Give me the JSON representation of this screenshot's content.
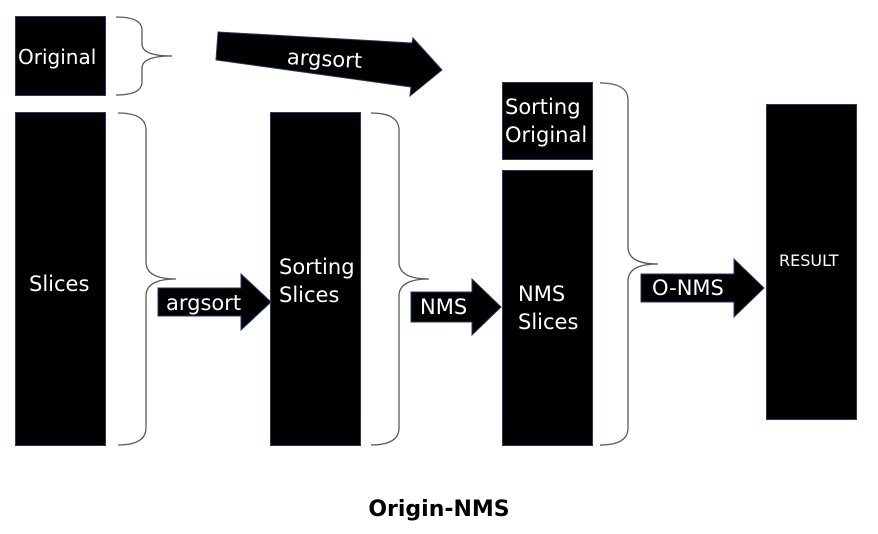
{
  "diagram": {
    "title": "Origin-NMS",
    "boxes": {
      "original": "Original",
      "slices": "Slices",
      "sorting_slices": [
        "Sorting",
        "Slices"
      ],
      "sorting_original": [
        "Sorting",
        "Original"
      ],
      "nms_slices": [
        "NMS",
        "Slices"
      ],
      "result": "RESULT"
    },
    "arrows": {
      "top_argsort": "argsort",
      "argsort": "argsort",
      "nms": "NMS",
      "o_nms": "O-NMS"
    },
    "colors": {
      "box_fill": "#000000",
      "box_border": "#1f3864",
      "box_text": "#ffffff",
      "brace_stroke": "#5a5a5a",
      "caption": "#000000"
    }
  }
}
